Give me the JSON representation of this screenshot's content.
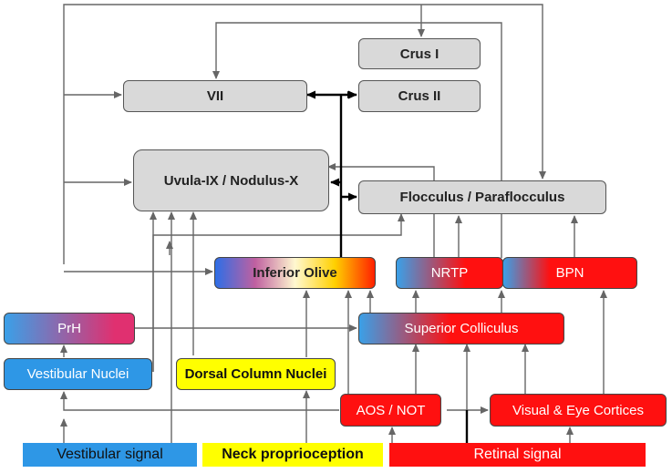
{
  "nodes": {
    "crus1": "Crus I",
    "crus2": "Crus II",
    "vii": "VII",
    "uvula": "Uvula-IX / Nodulus-X",
    "flocculus": "Flocculus / Paraflocculus",
    "inferior_olive": "Inferior Olive",
    "nrtp": "NRTP",
    "bpn": "BPN",
    "prh": "PrH",
    "superior_colliculus": "Superior Colliculus",
    "vestibular_nuclei": "Vestibular Nuclei",
    "dorsal_column_nuclei": "Dorsal Column Nuclei",
    "aos_not": "AOS / NOT",
    "visual_eye_cortices": "Visual & Eye Cortices"
  },
  "inputs": {
    "vestibular": "Vestibular signal",
    "neck": "Neck proprioception",
    "retinal": "Retinal signal"
  },
  "colors": {
    "gray_box": "#d9d9d9",
    "blue": "#2e97e6",
    "red": "#ff1010",
    "yellow": "#ffff00",
    "arrow": "#666666",
    "thick": "#000000"
  }
}
